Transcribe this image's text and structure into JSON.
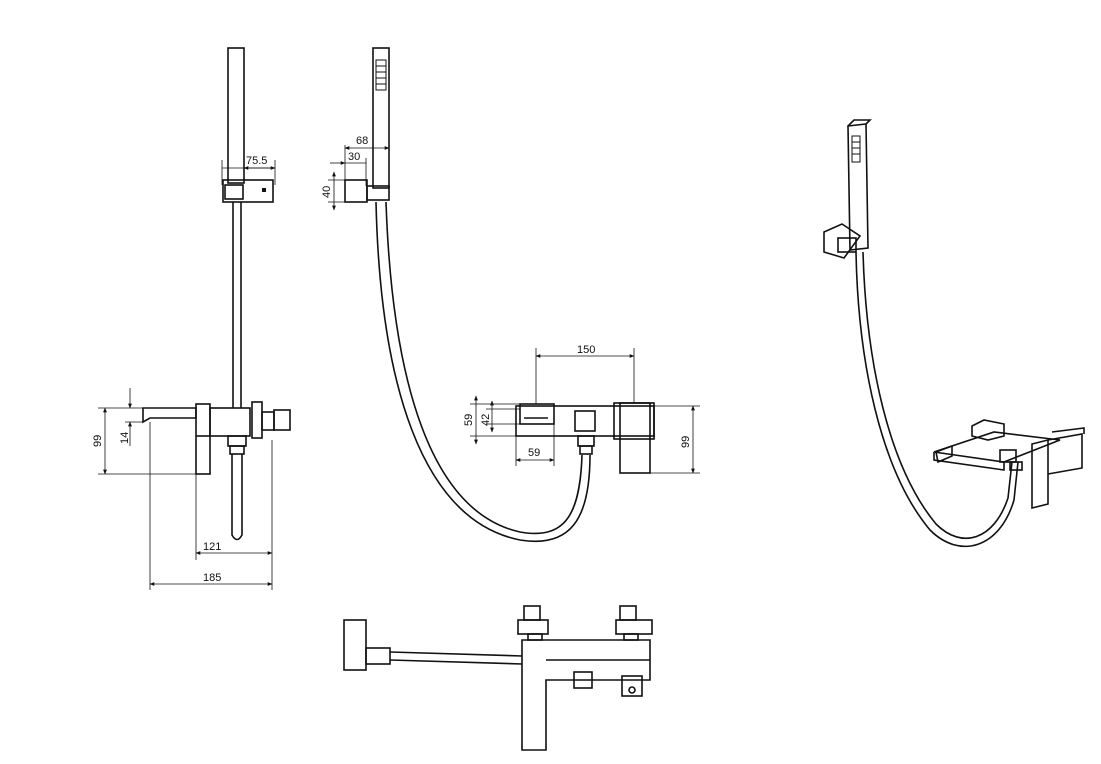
{
  "dimensions": {
    "side_slider_width": "75.5",
    "hand_shower_offset": "68",
    "holder_depth": "30",
    "holder_height": "40",
    "body_height_side": "99",
    "spout_height": "14",
    "spout_reach": "121",
    "total_depth": "185",
    "center_distance": "150",
    "front_height": "59",
    "inlet_height": "42",
    "inlet_width": "59",
    "body_height_front": "99"
  }
}
